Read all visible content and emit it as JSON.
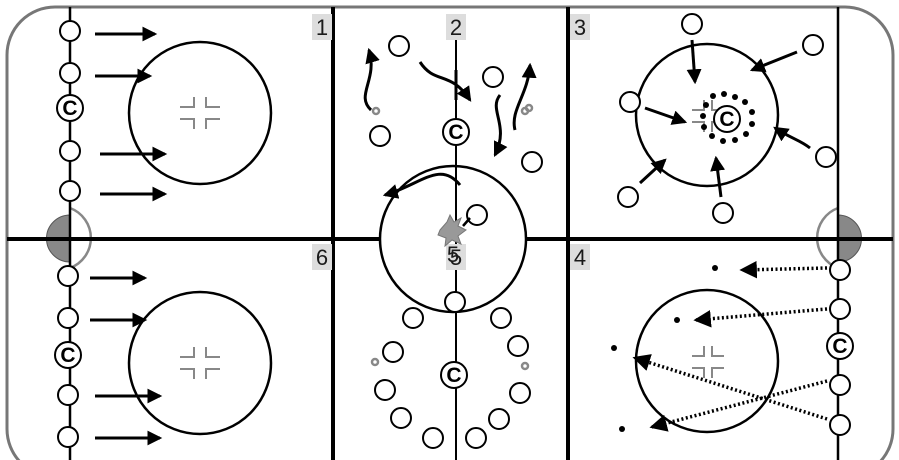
{
  "diagram": {
    "title": "",
    "panel_numbers": [
      "1",
      "2",
      "3",
      "4",
      "5",
      "6"
    ],
    "center_marker_text": "5",
    "captain_symbol": "C",
    "colors": {
      "board": "#777777",
      "line": "#000000",
      "label_bg": "#dddddd",
      "puck": "#888888",
      "trail": "#999999"
    }
  }
}
